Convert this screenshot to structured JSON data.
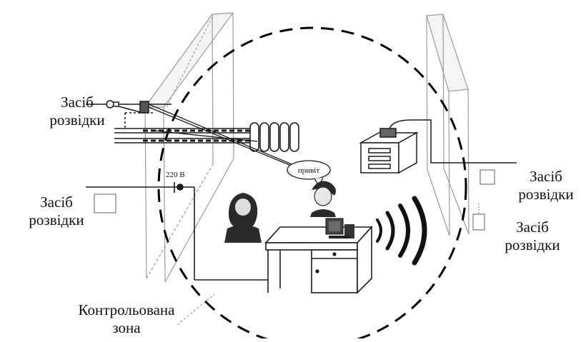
{
  "labels": {
    "recon_top_left": [
      "Засіб",
      "розвідки"
    ],
    "recon_mid_left": [
      "Засіб",
      "розвідки"
    ],
    "recon_right_upper": [
      "Засіб",
      "розвідки"
    ],
    "recon_right_lower": [
      "Засіб",
      "розвідки"
    ],
    "controlled_zone": [
      "Контрольована",
      "зона"
    ],
    "voltage": "220 В",
    "speech_bubble": "привіт"
  },
  "colors": {
    "line": "#1a1a1a",
    "wall": "#9a9a9a",
    "zone_dash": "#000000"
  }
}
